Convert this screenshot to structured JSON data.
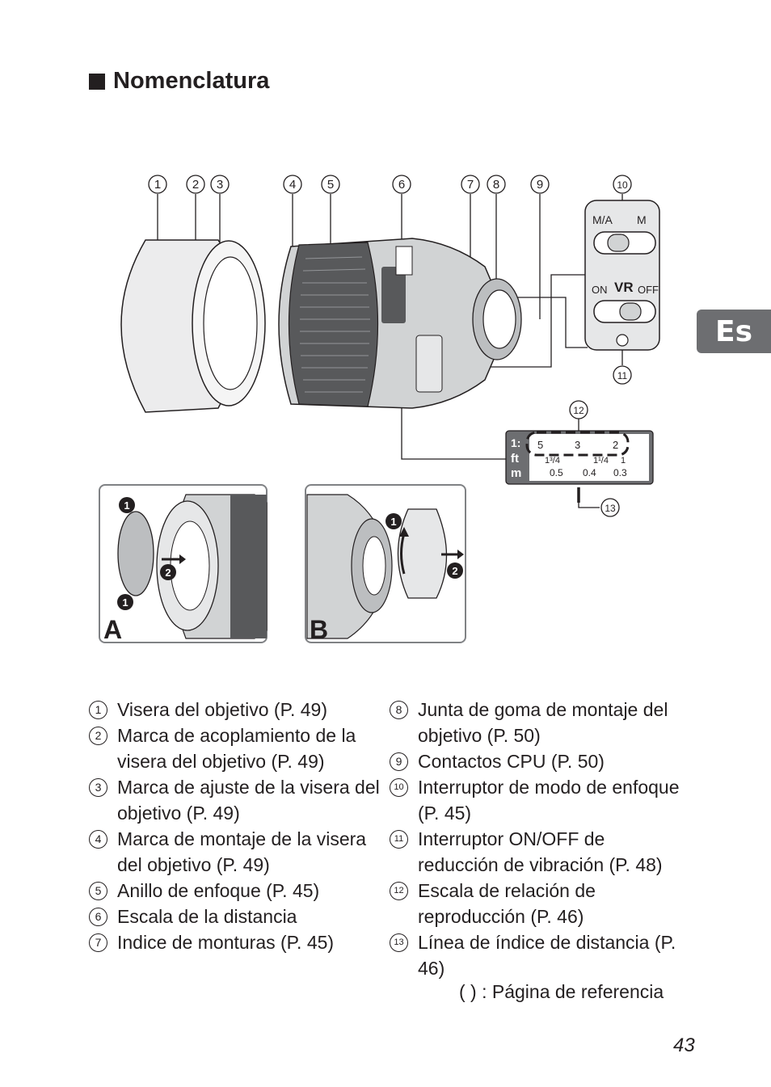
{
  "heading": "Nomenclatura",
  "lang_tab": "Es",
  "callouts": [
    "1",
    "2",
    "3",
    "4",
    "5",
    "6",
    "7",
    "8",
    "9",
    "10",
    "11",
    "12",
    "13"
  ],
  "switch_panel": {
    "af_mode": "M/A",
    "mf_mode": "M",
    "vr_label": "VR",
    "vr_on": "ON",
    "vr_off": "OFF"
  },
  "scale_panel": {
    "row_labels": [
      "1:",
      "ft",
      "m"
    ],
    "ratio_values": [
      "5",
      "3",
      "2"
    ],
    "ft_values": [
      "1³/4",
      "1¹/4",
      "1"
    ],
    "m_values": [
      "0.5",
      "0.4",
      "0.3"
    ]
  },
  "inset_a": {
    "label": "A",
    "steps": [
      "1",
      "2",
      "1"
    ]
  },
  "inset_b": {
    "label": "B",
    "steps": [
      "1",
      "2"
    ]
  },
  "legend_left": [
    {
      "n": "1",
      "text": "Visera del objetivo (P. 49)"
    },
    {
      "n": "2",
      "text": "Marca de acoplamiento de la visera del objetivo (P. 49)"
    },
    {
      "n": "3",
      "text": "Marca de ajuste de la visera del objetivo (P. 49)"
    },
    {
      "n": "4",
      "text": "Marca de montaje de la visera del objetivo (P. 49)"
    },
    {
      "n": "5",
      "text": "Anillo de enfoque (P. 45)"
    },
    {
      "n": "6",
      "text": "Escala de la distancia"
    },
    {
      "n": "7",
      "text": "Indice de monturas (P. 45)"
    }
  ],
  "legend_right": [
    {
      "n": "8",
      "text": "Junta de goma de montaje del objetivo (P. 50)"
    },
    {
      "n": "9",
      "text": "Contactos CPU (P. 50)"
    },
    {
      "n": "10",
      "text": "Interruptor de modo de enfoque (P. 45)"
    },
    {
      "n": "11",
      "text": "Interruptor ON/OFF de reducción de vibración (P. 48)"
    },
    {
      "n": "12",
      "text": "Escala de relación de reproducción (P. 46)"
    },
    {
      "n": "13",
      "text": "Línea de índice de distancia (P. 46)"
    }
  ],
  "ref_note": "(     ) : Página de referencia",
  "page_number": "43"
}
